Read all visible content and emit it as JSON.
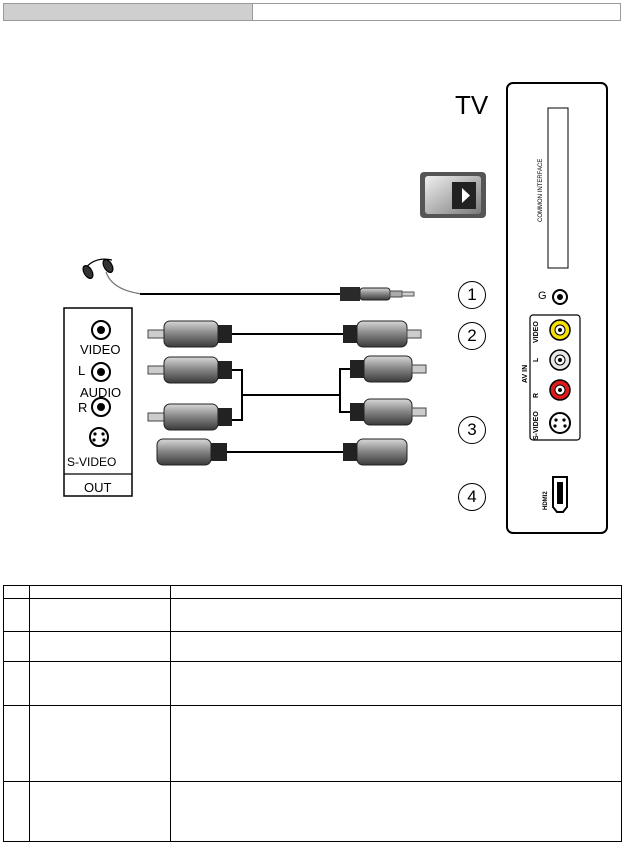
{
  "tv_label": "TV",
  "panel": {
    "common_interface": "COMMON INTERFACE",
    "headphone_symbol": "G",
    "video": "VIDEO",
    "l": "L",
    "av_in": "AV IN",
    "r": "R",
    "s_video": "S-VIDEO",
    "hdmi": "HDMI2"
  },
  "source_device": {
    "video": "VIDEO",
    "l": "L",
    "audio": "AUDIO",
    "r": "R",
    "s_video": "S-VIDEO",
    "out": "OUT"
  },
  "callouts": [
    "1",
    "2",
    "3",
    "4"
  ],
  "colors": {
    "video_jack": "#f5e000",
    "red_jack": "#e11b1b"
  },
  "table_rows": 6
}
